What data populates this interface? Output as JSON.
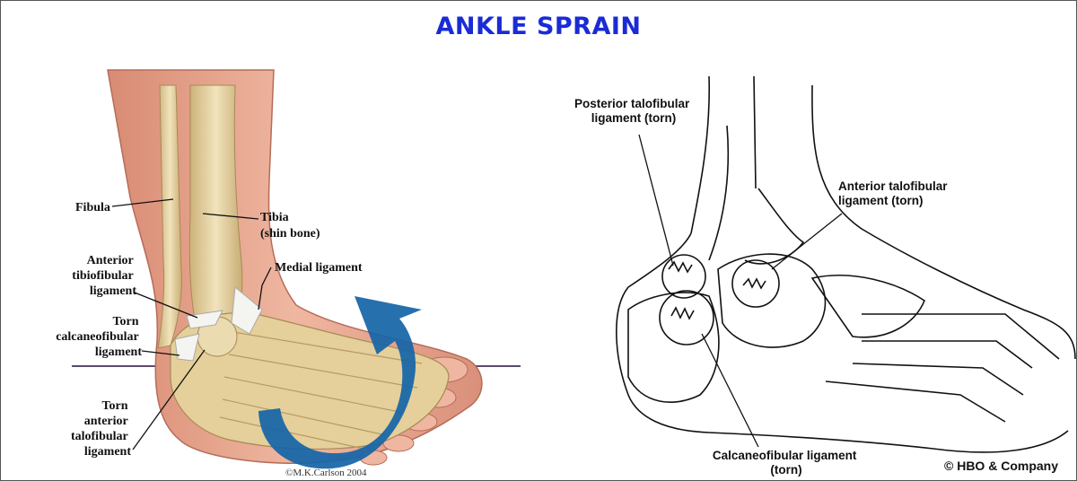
{
  "title": "ANKLE SPRAIN",
  "colors": {
    "title": "#1a2bd6",
    "arrow": "#1565a8",
    "skin": "#e8a992",
    "bone": "#e3cf9e",
    "ligament": "#f2f2ee"
  },
  "left_figure": {
    "labels": {
      "fibula": [
        "Fibula"
      ],
      "tibia": [
        "Tibia",
        "(shin bone)"
      ],
      "anterior_tibiofibular": [
        "Anterior",
        "tibiofibular",
        "ligament"
      ],
      "medial": [
        "Medial ligament"
      ],
      "torn_calcaneofibular": [
        "Torn",
        "calcaneofibular",
        "ligament"
      ],
      "torn_anterior_talofibular": [
        "Torn",
        "anterior",
        "talofibular",
        "ligament"
      ]
    },
    "credit": "©M.K.Carlson 2004",
    "arrow_icon": "curved-arrow-icon"
  },
  "right_figure": {
    "labels": {
      "posterior_talofibular": [
        "Posterior talofibular",
        "ligament (torn)"
      ],
      "anterior_talofibular": [
        "Anterior talofibular",
        "ligament  (torn)"
      ],
      "calcaneofibular": [
        "Calcaneofibular ligament",
        "(torn)"
      ]
    },
    "copyright": "© HBO & Company"
  }
}
